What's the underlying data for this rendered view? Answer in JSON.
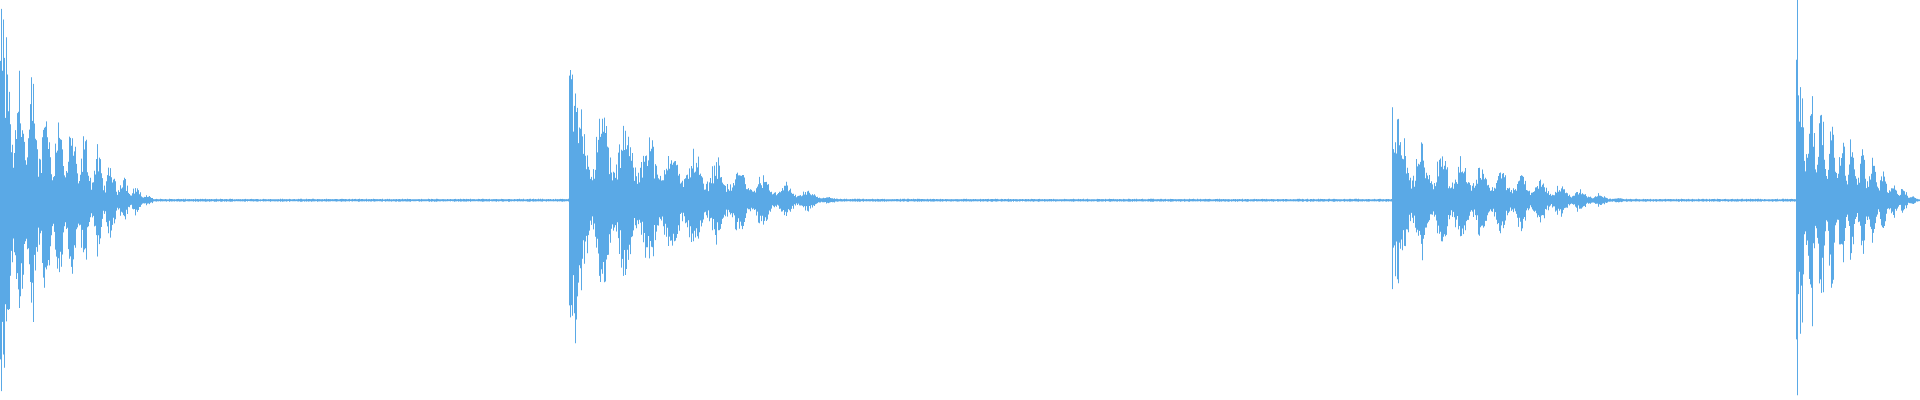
{
  "waveform": {
    "color": "#5aa9e6",
    "background": "#ffffff",
    "bursts": [
      {
        "start": 0.0,
        "end": 0.082,
        "peak": 0.95,
        "decay": 0.9
      },
      {
        "start": 0.296,
        "end": 0.44,
        "peak": 0.7,
        "decay": 0.8
      },
      {
        "start": 0.725,
        "end": 0.85,
        "peak": 0.42,
        "decay": 0.85
      },
      {
        "start": 0.935,
        "end": 1.0,
        "peak": 1.0,
        "decay": 0.75
      }
    ],
    "silence_level": 0.006
  }
}
